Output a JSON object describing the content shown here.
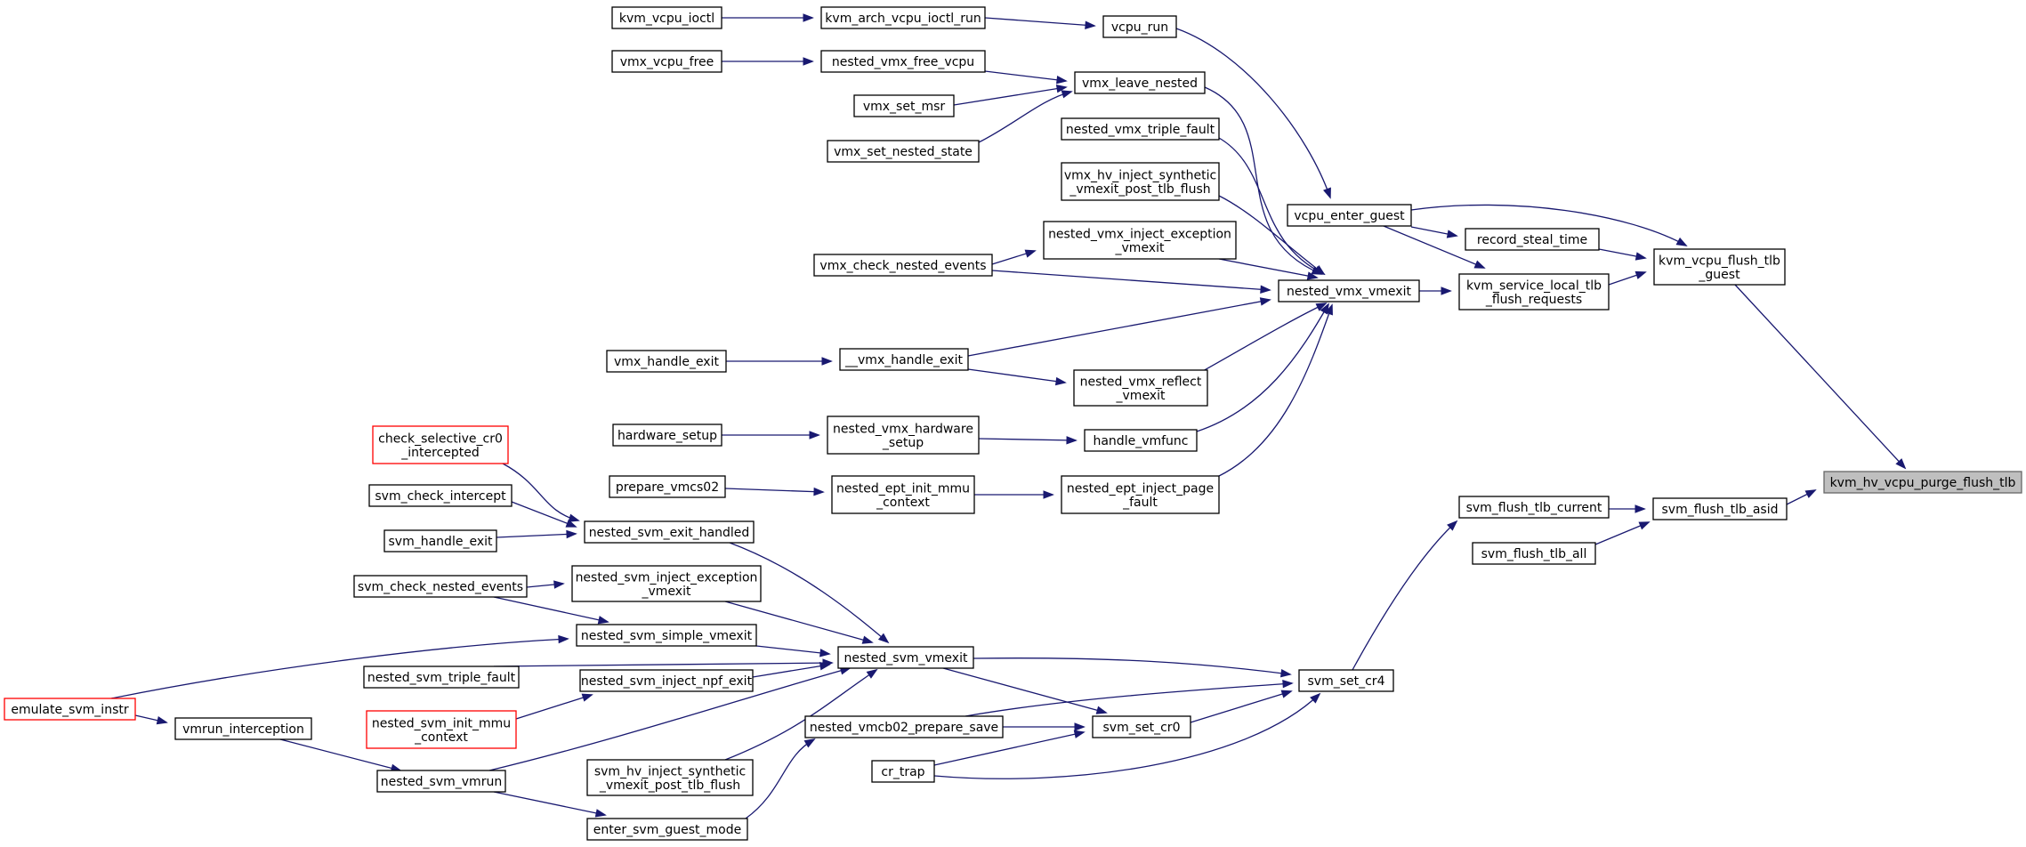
{
  "diagram": {
    "type": "call-graph",
    "direction": "right-to-left",
    "root": "kvm_hv_vcpu_purge_flush_tlb",
    "colors": {
      "edge": "#191970",
      "node_border": "#000000",
      "truncated_node_border": "#ff0000",
      "root_fill": "#bfbfbf"
    },
    "nodes": [
      {
        "id": "kvm_vcpu_ioctl",
        "lines": [
          "kvm_vcpu_ioctl"
        ]
      },
      {
        "id": "kvm_arch_vcpu_ioctl_run",
        "lines": [
          "kvm_arch_vcpu_ioctl_run"
        ]
      },
      {
        "id": "vcpu_run",
        "lines": [
          "vcpu_run"
        ]
      },
      {
        "id": "vmx_vcpu_free",
        "lines": [
          "vmx_vcpu_free"
        ]
      },
      {
        "id": "nested_vmx_free_vcpu",
        "lines": [
          "nested_vmx_free_vcpu"
        ]
      },
      {
        "id": "vmx_leave_nested",
        "lines": [
          "vmx_leave_nested"
        ]
      },
      {
        "id": "vmx_set_msr",
        "lines": [
          "vmx_set_msr"
        ]
      },
      {
        "id": "vmx_set_nested_state",
        "lines": [
          "vmx_set_nested_state"
        ]
      },
      {
        "id": "nested_vmx_triple_fault",
        "lines": [
          "nested_vmx_triple_fault"
        ]
      },
      {
        "id": "vmx_hv_inject_synthetic_vmexit_post_tlb_flush",
        "lines": [
          "vmx_hv_inject_synthetic",
          "_vmexit_post_tlb_flush"
        ]
      },
      {
        "id": "vcpu_enter_guest",
        "lines": [
          "vcpu_enter_guest"
        ]
      },
      {
        "id": "record_steal_time",
        "lines": [
          "record_steal_time"
        ]
      },
      {
        "id": "kvm_vcpu_flush_tlb_guest",
        "lines": [
          "kvm_vcpu_flush_tlb",
          "_guest"
        ]
      },
      {
        "id": "nested_vmx_inject_exception_vmexit",
        "lines": [
          "nested_vmx_inject_exception",
          "_vmexit"
        ]
      },
      {
        "id": "vmx_check_nested_events",
        "lines": [
          "vmx_check_nested_events"
        ]
      },
      {
        "id": "nested_vmx_vmexit",
        "lines": [
          "nested_vmx_vmexit"
        ]
      },
      {
        "id": "kvm_service_local_tlb_flush_requests",
        "lines": [
          "kvm_service_local_tlb",
          "_flush_requests"
        ]
      },
      {
        "id": "vmx_handle_exit",
        "lines": [
          "vmx_handle_exit"
        ]
      },
      {
        "id": "__vmx_handle_exit",
        "lines": [
          "__vmx_handle_exit"
        ]
      },
      {
        "id": "nested_vmx_reflect_vmexit",
        "lines": [
          "nested_vmx_reflect",
          "_vmexit"
        ]
      },
      {
        "id": "check_selective_cr0_intercepted",
        "lines": [
          "check_selective_cr0",
          "_intercepted"
        ],
        "truncated": true
      },
      {
        "id": "hardware_setup",
        "lines": [
          "hardware_setup"
        ]
      },
      {
        "id": "nested_vmx_hardware_setup",
        "lines": [
          "nested_vmx_hardware",
          "_setup"
        ]
      },
      {
        "id": "handle_vmfunc",
        "lines": [
          "handle_vmfunc"
        ]
      },
      {
        "id": "kvm_hv_vcpu_purge_flush_tlb",
        "lines": [
          "kvm_hv_vcpu_purge_flush_tlb"
        ],
        "root": true
      },
      {
        "id": "svm_check_intercept",
        "lines": [
          "svm_check_intercept"
        ]
      },
      {
        "id": "prepare_vmcs02",
        "lines": [
          "prepare_vmcs02"
        ]
      },
      {
        "id": "nested_ept_init_mmu_context",
        "lines": [
          "nested_ept_init_mmu",
          "_context"
        ]
      },
      {
        "id": "nested_ept_inject_page_fault",
        "lines": [
          "nested_ept_inject_page",
          "_fault"
        ]
      },
      {
        "id": "svm_flush_tlb_current",
        "lines": [
          "svm_flush_tlb_current"
        ]
      },
      {
        "id": "svm_flush_tlb_asid",
        "lines": [
          "svm_flush_tlb_asid"
        ]
      },
      {
        "id": "svm_handle_exit",
        "lines": [
          "svm_handle_exit"
        ]
      },
      {
        "id": "nested_svm_exit_handled",
        "lines": [
          "nested_svm_exit_handled"
        ]
      },
      {
        "id": "svm_flush_tlb_all",
        "lines": [
          "svm_flush_tlb_all"
        ]
      },
      {
        "id": "svm_check_nested_events",
        "lines": [
          "svm_check_nested_events"
        ]
      },
      {
        "id": "nested_svm_inject_exception_vmexit",
        "lines": [
          "nested_svm_inject_exception",
          "_vmexit"
        ]
      },
      {
        "id": "nested_svm_simple_vmexit",
        "lines": [
          "nested_svm_simple_vmexit"
        ]
      },
      {
        "id": "nested_svm_vmexit",
        "lines": [
          "nested_svm_vmexit"
        ]
      },
      {
        "id": "nested_svm_triple_fault",
        "lines": [
          "nested_svm_triple_fault"
        ]
      },
      {
        "id": "nested_svm_inject_npf_exit",
        "lines": [
          "nested_svm_inject_npf_exit"
        ]
      },
      {
        "id": "svm_set_cr4",
        "lines": [
          "svm_set_cr4"
        ]
      },
      {
        "id": "emulate_svm_instr",
        "lines": [
          "emulate_svm_instr"
        ],
        "truncated": true
      },
      {
        "id": "nested_svm_init_mmu_context",
        "lines": [
          "nested_svm_init_mmu",
          "_context"
        ],
        "truncated": true
      },
      {
        "id": "vmrun_interception",
        "lines": [
          "vmrun_interception"
        ]
      },
      {
        "id": "nested_vmcb02_prepare_save",
        "lines": [
          "nested_vmcb02_prepare_save"
        ]
      },
      {
        "id": "svm_set_cr0",
        "lines": [
          "svm_set_cr0"
        ]
      },
      {
        "id": "cr_trap",
        "lines": [
          "cr_trap"
        ]
      },
      {
        "id": "svm_hv_inject_synthetic_vmexit_post_tlb_flush",
        "lines": [
          "svm_hv_inject_synthetic",
          "_vmexit_post_tlb_flush"
        ]
      },
      {
        "id": "nested_svm_vmrun",
        "lines": [
          "nested_svm_vmrun"
        ]
      },
      {
        "id": "enter_svm_guest_mode",
        "lines": [
          "enter_svm_guest_mode"
        ]
      }
    ],
    "edges": [
      {
        "from": "kvm_vcpu_ioctl",
        "to": "kvm_arch_vcpu_ioctl_run"
      },
      {
        "from": "kvm_arch_vcpu_ioctl_run",
        "to": "vcpu_run"
      },
      {
        "from": "vcpu_run",
        "to": "vcpu_enter_guest"
      },
      {
        "from": "vmx_vcpu_free",
        "to": "nested_vmx_free_vcpu"
      },
      {
        "from": "nested_vmx_free_vcpu",
        "to": "vmx_leave_nested"
      },
      {
        "from": "vmx_set_msr",
        "to": "vmx_leave_nested"
      },
      {
        "from": "vmx_set_nested_state",
        "to": "vmx_leave_nested"
      },
      {
        "from": "vmx_leave_nested",
        "to": "nested_vmx_vmexit"
      },
      {
        "from": "nested_vmx_triple_fault",
        "to": "nested_vmx_vmexit"
      },
      {
        "from": "vmx_hv_inject_synthetic_vmexit_post_tlb_flush",
        "to": "nested_vmx_vmexit"
      },
      {
        "from": "nested_vmx_inject_exception_vmexit",
        "to": "nested_vmx_vmexit"
      },
      {
        "from": "vmx_check_nested_events",
        "to": "nested_vmx_inject_exception_vmexit"
      },
      {
        "from": "vmx_check_nested_events",
        "to": "nested_vmx_vmexit"
      },
      {
        "from": "__vmx_handle_exit",
        "to": "nested_vmx_vmexit"
      },
      {
        "from": "vmx_handle_exit",
        "to": "__vmx_handle_exit"
      },
      {
        "from": "__vmx_handle_exit",
        "to": "nested_vmx_reflect_vmexit"
      },
      {
        "from": "nested_vmx_reflect_vmexit",
        "to": "nested_vmx_vmexit"
      },
      {
        "from": "hardware_setup",
        "to": "nested_vmx_hardware_setup"
      },
      {
        "from": "nested_vmx_hardware_setup",
        "to": "handle_vmfunc"
      },
      {
        "from": "handle_vmfunc",
        "to": "nested_vmx_vmexit"
      },
      {
        "from": "prepare_vmcs02",
        "to": "nested_ept_init_mmu_context"
      },
      {
        "from": "nested_ept_init_mmu_context",
        "to": "nested_ept_inject_page_fault"
      },
      {
        "from": "nested_ept_inject_page_fault",
        "to": "nested_vmx_vmexit"
      },
      {
        "from": "nested_vmx_vmexit",
        "to": "kvm_service_local_tlb_flush_requests"
      },
      {
        "from": "vcpu_enter_guest",
        "to": "kvm_service_local_tlb_flush_requests"
      },
      {
        "from": "vcpu_enter_guest",
        "to": "record_steal_time"
      },
      {
        "from": "vcpu_enter_guest",
        "to": "kvm_vcpu_flush_tlb_guest"
      },
      {
        "from": "record_steal_time",
        "to": "kvm_vcpu_flush_tlb_guest"
      },
      {
        "from": "kvm_service_local_tlb_flush_requests",
        "to": "kvm_vcpu_flush_tlb_guest"
      },
      {
        "from": "kvm_vcpu_flush_tlb_guest",
        "to": "kvm_hv_vcpu_purge_flush_tlb"
      },
      {
        "from": "svm_flush_tlb_asid",
        "to": "kvm_hv_vcpu_purge_flush_tlb"
      },
      {
        "from": "svm_flush_tlb_current",
        "to": "svm_flush_tlb_asid"
      },
      {
        "from": "svm_flush_tlb_all",
        "to": "svm_flush_tlb_asid"
      },
      {
        "from": "svm_set_cr4",
        "to": "svm_flush_tlb_current"
      },
      {
        "from": "check_selective_cr0_intercepted",
        "to": "nested_svm_exit_handled"
      },
      {
        "from": "svm_check_intercept",
        "to": "nested_svm_exit_handled"
      },
      {
        "from": "svm_handle_exit",
        "to": "nested_svm_exit_handled"
      },
      {
        "from": "nested_svm_exit_handled",
        "to": "nested_svm_vmexit"
      },
      {
        "from": "svm_check_nested_events",
        "to": "nested_svm_inject_exception_vmexit"
      },
      {
        "from": "svm_check_nested_events",
        "to": "nested_svm_simple_vmexit"
      },
      {
        "from": "nested_svm_inject_exception_vmexit",
        "to": "nested_svm_vmexit"
      },
      {
        "from": "nested_svm_simple_vmexit",
        "to": "nested_svm_vmexit"
      },
      {
        "from": "emulate_svm_instr",
        "to": "nested_svm_simple_vmexit"
      },
      {
        "from": "nested_svm_triple_fault",
        "to": "nested_svm_vmexit"
      },
      {
        "from": "nested_svm_inject_npf_exit",
        "to": "nested_svm_vmexit"
      },
      {
        "from": "nested_svm_init_mmu_context",
        "to": "nested_svm_inject_npf_exit"
      },
      {
        "from": "nested_svm_vmrun",
        "to": "nested_svm_vmexit"
      },
      {
        "from": "svm_hv_inject_synthetic_vmexit_post_tlb_flush",
        "to": "nested_svm_vmexit"
      },
      {
        "from": "nested_svm_vmexit",
        "to": "svm_set_cr4"
      },
      {
        "from": "nested_svm_vmexit",
        "to": "svm_set_cr0"
      },
      {
        "from": "nested_vmcb02_prepare_save",
        "to": "svm_set_cr4"
      },
      {
        "from": "nested_vmcb02_prepare_save",
        "to": "svm_set_cr0"
      },
      {
        "from": "svm_set_cr0",
        "to": "svm_set_cr4"
      },
      {
        "from": "cr_trap",
        "to": "svm_set_cr0"
      },
      {
        "from": "cr_trap",
        "to": "svm_set_cr4"
      },
      {
        "from": "emulate_svm_instr",
        "to": "vmrun_interception"
      },
      {
        "from": "vmrun_interception",
        "to": "nested_svm_vmrun"
      },
      {
        "from": "nested_svm_vmrun",
        "to": "enter_svm_guest_mode"
      },
      {
        "from": "enter_svm_guest_mode",
        "to": "nested_vmcb02_prepare_save"
      }
    ]
  }
}
